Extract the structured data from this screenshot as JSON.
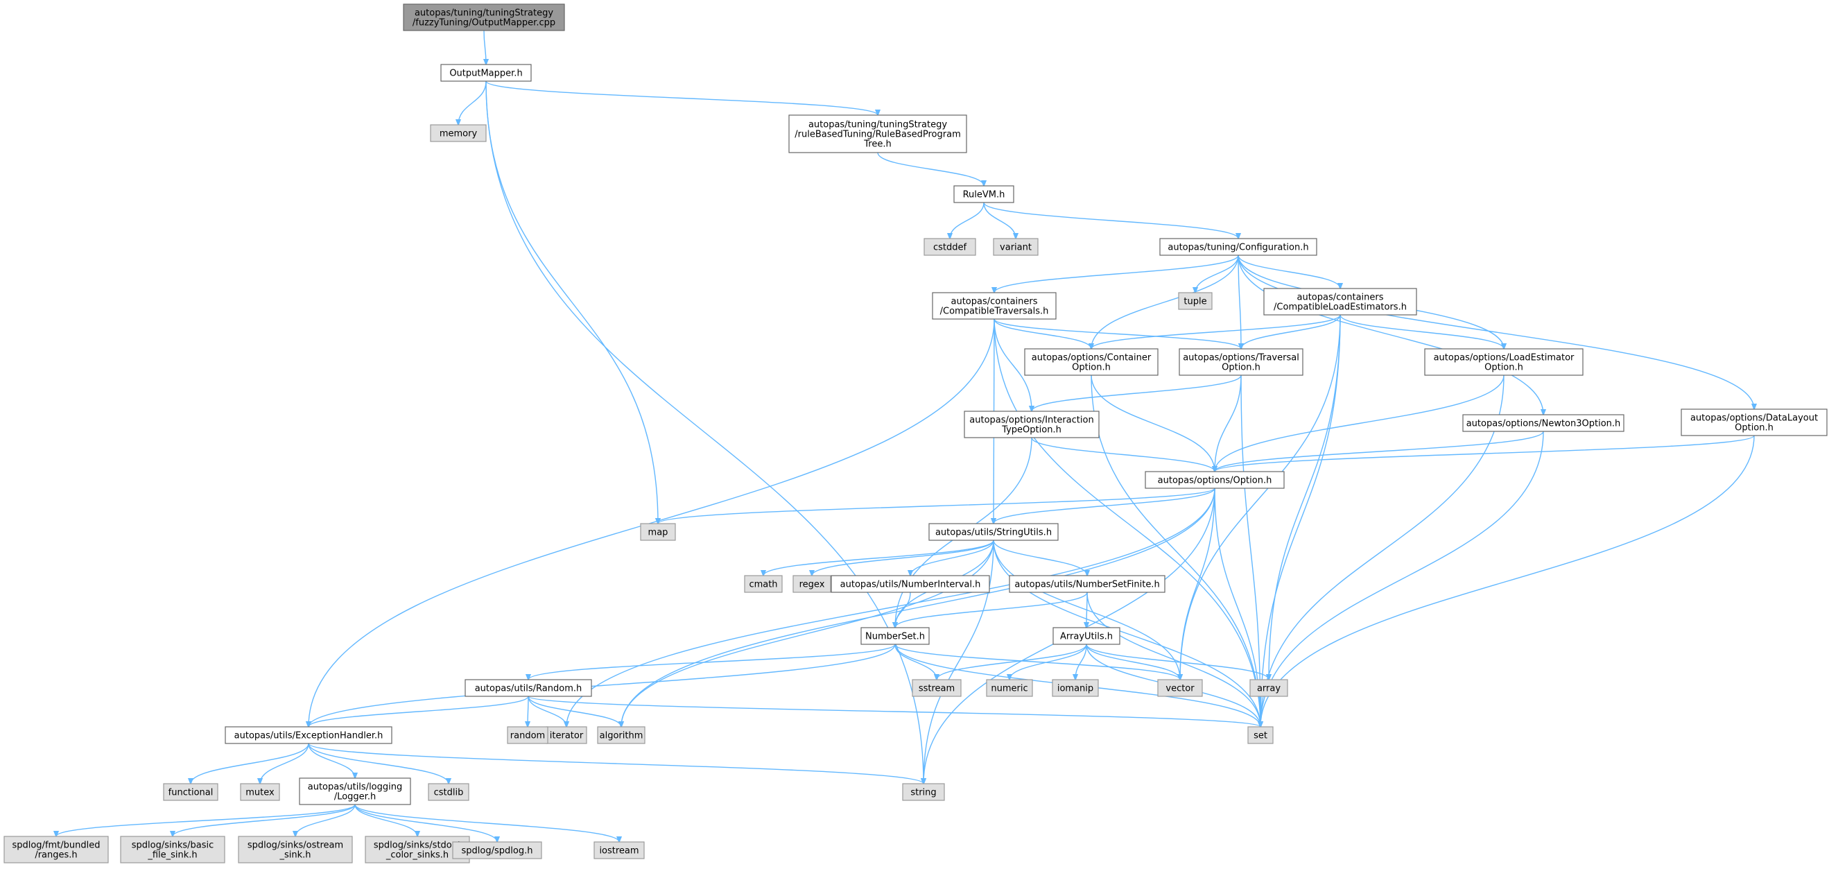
{
  "nodes": [
    {
      "id": "root",
      "kind": "root",
      "lines": [
        "autopas/tuning/tuningStrategy",
        "/fuzzyTuning/OutputMapper.cpp"
      ]
    },
    {
      "id": "outputmapper",
      "kind": "file",
      "lines": [
        "OutputMapper.h"
      ]
    },
    {
      "id": "memory",
      "kind": "sys",
      "lines": [
        "memory"
      ]
    },
    {
      "id": "rbpt",
      "kind": "file",
      "lines": [
        "autopas/tuning/tuningStrategy",
        "/ruleBasedTuning/RuleBasedProgram",
        "Tree.h"
      ]
    },
    {
      "id": "rulevm",
      "kind": "file",
      "lines": [
        "RuleVM.h"
      ]
    },
    {
      "id": "cstddef",
      "kind": "sys",
      "lines": [
        "cstddef"
      ]
    },
    {
      "id": "variant",
      "kind": "sys",
      "lines": [
        "variant"
      ]
    },
    {
      "id": "configuration",
      "kind": "file",
      "lines": [
        "autopas/tuning/Configuration.h"
      ]
    },
    {
      "id": "tuple",
      "kind": "sys",
      "lines": [
        "tuple"
      ]
    },
    {
      "id": "compattrav",
      "kind": "file",
      "lines": [
        "autopas/containers",
        "/CompatibleTraversals.h"
      ]
    },
    {
      "id": "compatload",
      "kind": "file",
      "lines": [
        "autopas/containers",
        "/CompatibleLoadEstimators.h"
      ]
    },
    {
      "id": "containeropt",
      "kind": "file",
      "lines": [
        "autopas/options/Container",
        "Option.h"
      ]
    },
    {
      "id": "traversalopt",
      "kind": "file",
      "lines": [
        "autopas/options/Traversal",
        "Option.h"
      ]
    },
    {
      "id": "loadestopt",
      "kind": "file",
      "lines": [
        "autopas/options/LoadEstimator",
        "Option.h"
      ]
    },
    {
      "id": "newton3opt",
      "kind": "file",
      "lines": [
        "autopas/options/Newton3Option.h"
      ]
    },
    {
      "id": "datalayoutopt",
      "kind": "file",
      "lines": [
        "autopas/options/DataLayout",
        "Option.h"
      ]
    },
    {
      "id": "interactionopt",
      "kind": "file",
      "lines": [
        "autopas/options/Interaction",
        "TypeOption.h"
      ]
    },
    {
      "id": "option",
      "kind": "file",
      "lines": [
        "autopas/options/Option.h"
      ]
    },
    {
      "id": "map",
      "kind": "sys",
      "lines": [
        "map"
      ]
    },
    {
      "id": "stringutils",
      "kind": "file",
      "lines": [
        "autopas/utils/StringUtils.h"
      ]
    },
    {
      "id": "cmath",
      "kind": "sys",
      "lines": [
        "cmath"
      ]
    },
    {
      "id": "regex",
      "kind": "sys",
      "lines": [
        "regex"
      ]
    },
    {
      "id": "numinterval",
      "kind": "file",
      "lines": [
        "autopas/utils/NumberInterval.h"
      ]
    },
    {
      "id": "numsetfinite",
      "kind": "file",
      "lines": [
        "autopas/utils/NumberSetFinite.h"
      ]
    },
    {
      "id": "numberset",
      "kind": "file",
      "lines": [
        "NumberSet.h"
      ]
    },
    {
      "id": "arrayutils",
      "kind": "file",
      "lines": [
        "ArrayUtils.h"
      ]
    },
    {
      "id": "sstream",
      "kind": "sys",
      "lines": [
        "sstream"
      ]
    },
    {
      "id": "numeric",
      "kind": "sys",
      "lines": [
        "numeric"
      ]
    },
    {
      "id": "iomanip",
      "kind": "sys",
      "lines": [
        "iomanip"
      ]
    },
    {
      "id": "vector",
      "kind": "sys",
      "lines": [
        "vector"
      ]
    },
    {
      "id": "array",
      "kind": "sys",
      "lines": [
        "array"
      ]
    },
    {
      "id": "random_h",
      "kind": "file",
      "lines": [
        "autopas/utils/Random.h"
      ]
    },
    {
      "id": "iterator",
      "kind": "sys",
      "lines": [
        "iterator"
      ]
    },
    {
      "id": "random",
      "kind": "sys",
      "lines": [
        "random"
      ]
    },
    {
      "id": "algorithm",
      "kind": "sys",
      "lines": [
        "algorithm"
      ]
    },
    {
      "id": "set",
      "kind": "sys",
      "lines": [
        "set"
      ]
    },
    {
      "id": "exception",
      "kind": "file",
      "lines": [
        "autopas/utils/ExceptionHandler.h"
      ]
    },
    {
      "id": "functional",
      "kind": "sys",
      "lines": [
        "functional"
      ]
    },
    {
      "id": "mutex",
      "kind": "sys",
      "lines": [
        "mutex"
      ]
    },
    {
      "id": "logger",
      "kind": "file",
      "lines": [
        "autopas/utils/logging",
        "/Logger.h"
      ]
    },
    {
      "id": "cstdlib",
      "kind": "sys",
      "lines": [
        "cstdlib"
      ]
    },
    {
      "id": "string",
      "kind": "sys",
      "lines": [
        "string"
      ]
    },
    {
      "id": "spdranges",
      "kind": "sys",
      "lines": [
        "spdlog/fmt/bundled",
        "/ranges.h"
      ]
    },
    {
      "id": "spdbasic",
      "kind": "sys",
      "lines": [
        "spdlog/sinks/basic",
        "_file_sink.h"
      ]
    },
    {
      "id": "spdostream",
      "kind": "sys",
      "lines": [
        "spdlog/sinks/ostream",
        "_sink.h"
      ]
    },
    {
      "id": "spdstdout",
      "kind": "sys",
      "lines": [
        "spdlog/sinks/stdout",
        "_color_sinks.h"
      ]
    },
    {
      "id": "spdlog",
      "kind": "sys",
      "lines": [
        "spdlog/spdlog.h"
      ]
    },
    {
      "id": "iostream",
      "kind": "sys",
      "lines": [
        "iostream"
      ]
    }
  ],
  "edges": [
    [
      "root",
      "outputmapper"
    ],
    [
      "outputmapper",
      "memory"
    ],
    [
      "outputmapper",
      "map"
    ],
    [
      "outputmapper",
      "string"
    ],
    [
      "outputmapper",
      "rbpt"
    ],
    [
      "rbpt",
      "rulevm"
    ],
    [
      "rulevm",
      "cstddef"
    ],
    [
      "rulevm",
      "variant"
    ],
    [
      "rulevm",
      "configuration"
    ],
    [
      "configuration",
      "compattrav"
    ],
    [
      "configuration",
      "containeropt"
    ],
    [
      "configuration",
      "tuple"
    ],
    [
      "configuration",
      "traversalopt"
    ],
    [
      "configuration",
      "compatload"
    ],
    [
      "configuration",
      "loadestopt"
    ],
    [
      "configuration",
      "newton3opt"
    ],
    [
      "configuration",
      "datalayoutopt"
    ],
    [
      "compattrav",
      "exception"
    ],
    [
      "compattrav",
      "set"
    ],
    [
      "compattrav",
      "stringutils"
    ],
    [
      "compattrav",
      "interactionopt"
    ],
    [
      "compattrav",
      "containeropt"
    ],
    [
      "compattrav",
      "traversalopt"
    ],
    [
      "compatload",
      "containeropt"
    ],
    [
      "compatload",
      "traversalopt"
    ],
    [
      "compatload",
      "loadestopt"
    ],
    [
      "compatload",
      "vector"
    ],
    [
      "compatload",
      "array"
    ],
    [
      "compatload",
      "set"
    ],
    [
      "containeropt",
      "option"
    ],
    [
      "containeropt",
      "set"
    ],
    [
      "traversalopt",
      "interactionopt"
    ],
    [
      "traversalopt",
      "option"
    ],
    [
      "traversalopt",
      "set"
    ],
    [
      "loadestopt",
      "option"
    ],
    [
      "loadestopt",
      "set"
    ],
    [
      "newton3opt",
      "option"
    ],
    [
      "newton3opt",
      "set"
    ],
    [
      "datalayoutopt",
      "option"
    ],
    [
      "datalayoutopt",
      "set"
    ],
    [
      "interactionopt",
      "option"
    ],
    [
      "interactionopt",
      "numberset"
    ],
    [
      "option",
      "map"
    ],
    [
      "option",
      "iterator"
    ],
    [
      "option",
      "stringutils"
    ],
    [
      "option",
      "set"
    ],
    [
      "option",
      "vector"
    ],
    [
      "option",
      "string"
    ],
    [
      "option",
      "algorithm"
    ],
    [
      "stringutils",
      "cmath"
    ],
    [
      "stringutils",
      "regex"
    ],
    [
      "stringutils",
      "numinterval"
    ],
    [
      "stringutils",
      "numsetfinite"
    ],
    [
      "stringutils",
      "vector"
    ],
    [
      "stringutils",
      "set"
    ],
    [
      "stringutils",
      "string"
    ],
    [
      "stringutils",
      "algorithm"
    ],
    [
      "stringutils",
      "numberset"
    ],
    [
      "numinterval",
      "numberset"
    ],
    [
      "numsetfinite",
      "numberset"
    ],
    [
      "numsetfinite",
      "arrayutils"
    ],
    [
      "numsetfinite",
      "set"
    ],
    [
      "numberset",
      "random_h"
    ],
    [
      "numberset",
      "exception"
    ],
    [
      "numberset",
      "sstream"
    ],
    [
      "numberset",
      "vector"
    ],
    [
      "numberset",
      "set"
    ],
    [
      "arrayutils",
      "sstream"
    ],
    [
      "arrayutils",
      "numeric"
    ],
    [
      "arrayutils",
      "iomanip"
    ],
    [
      "arrayutils",
      "vector"
    ],
    [
      "arrayutils",
      "array"
    ],
    [
      "arrayutils",
      "set"
    ],
    [
      "random_h",
      "iterator"
    ],
    [
      "random_h",
      "random"
    ],
    [
      "random_h",
      "algorithm"
    ],
    [
      "random_h",
      "set"
    ],
    [
      "random_h",
      "exception"
    ],
    [
      "exception",
      "functional"
    ],
    [
      "exception",
      "mutex"
    ],
    [
      "exception",
      "logger"
    ],
    [
      "exception",
      "cstdlib"
    ],
    [
      "exception",
      "string"
    ],
    [
      "logger",
      "spdranges"
    ],
    [
      "logger",
      "spdbasic"
    ],
    [
      "logger",
      "spdostream"
    ],
    [
      "logger",
      "spdstdout"
    ],
    [
      "logger",
      "spdlog"
    ],
    [
      "logger",
      "iostream"
    ]
  ]
}
